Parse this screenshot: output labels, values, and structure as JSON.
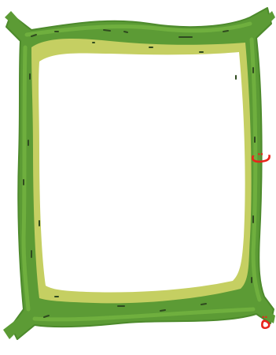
{
  "frame": {
    "outer_color": "#5c9b35",
    "outer_highlight": "#6faf3e",
    "inner_color": "#c5cf62",
    "speckle_color": "#2f4a1f",
    "background": "#ffffff",
    "icon": "leafy-plant-cell-frame"
  },
  "side_letters": {
    "top": "ت",
    "bottom": "ة",
    "color": "#e8251c"
  }
}
